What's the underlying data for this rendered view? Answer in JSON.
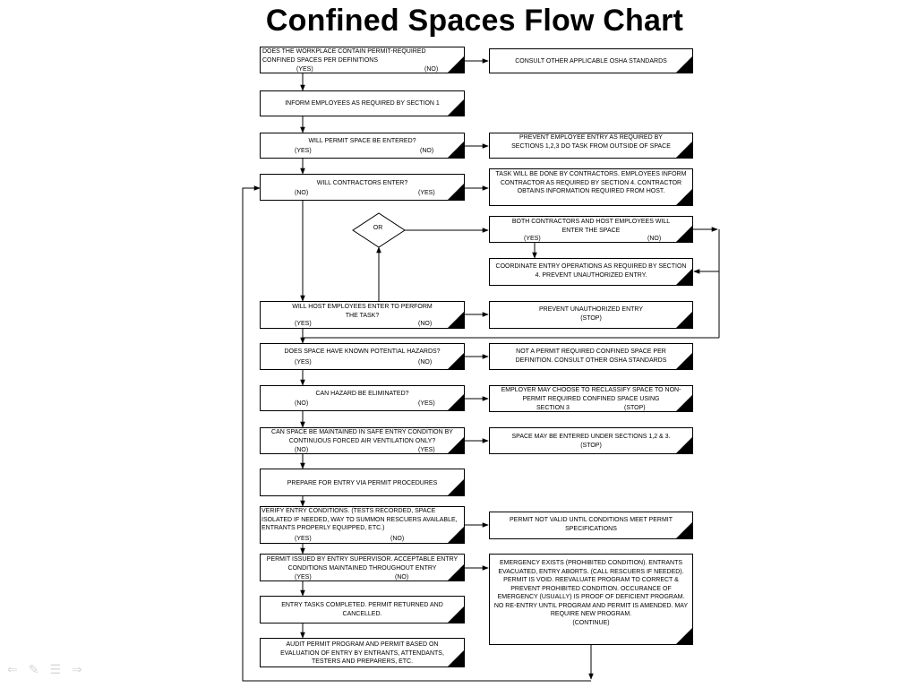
{
  "title": "Confined Spaces Flow Chart",
  "boxes": {
    "b1": {
      "text": "DOES THE WORKPLACE CONTAIN PERMIT-REQUIRED CONFINED SPACES PER DEFINITIONS",
      "yes": "(YES)",
      "no": "(NO)"
    },
    "b1r": {
      "text": "CONSULT OTHER APPLICABLE OSHA STANDARDS"
    },
    "b2": {
      "text": "INFORM EMPLOYEES AS REQUIRED BY SECTION 1"
    },
    "b3": {
      "text": "WILL PERMIT SPACE BE ENTERED?",
      "yes": "(YES)",
      "no": "(NO)"
    },
    "b3r": {
      "text": "PREVENT EMPLOYEE ENTRY AS REQUIRED BY SECTIONS 1,2,3 DO TASK FROM OUTSIDE OF SPACE"
    },
    "b4": {
      "text": "WILL CONTRACTORS ENTER?",
      "no": "(NO)",
      "yes": "(YES)"
    },
    "b4r": {
      "text": "TASK WILL BE DONE BY CONTRACTORS. EMPLOYEES INFORM CONTRACTOR AS REQUIRED BY SECTION 4. CONTRACTOR OBTAINS INFORMATION REQUIRED FROM HOST."
    },
    "or": {
      "text": "OR"
    },
    "b5r": {
      "text": "BOTH CONTRACTORS AND HOST EMPLOYEES WILL ENTER THE SPACE",
      "yes": "(YES)",
      "no": "(NO)"
    },
    "b6r": {
      "text": "COORDINATE ENTRY OPERATIONS AS REQUIRED BY SECTION 4. PREVENT UNAUTHORIZED ENTRY."
    },
    "b7": {
      "text": "WILL HOST EMPLOYEES ENTER TO PERFORM THE TASK?",
      "yes": "(YES)",
      "no": "(NO)"
    },
    "b7r": {
      "text": "PREVENT UNAUTHORIZED ENTRY",
      "stop": "(STOP)"
    },
    "b8": {
      "text": "DOES SPACE HAVE KNOWN POTENTIAL HAZARDS?",
      "yes": "(YES)",
      "no": "(NO)"
    },
    "b8r": {
      "text": "NOT A PERMIT REQUIRED CONFINED SPACE PER DEFINITION. CONSULT OTHER OSHA STANDARDS"
    },
    "b9": {
      "text": "CAN HAZARD BE ELIMINATED?",
      "no": "(NO)",
      "yes": "(YES)"
    },
    "b9r": {
      "text": "EMPLOYER MAY CHOOSE TO RECLASSIFY SPACE TO NON-PERMIT REQUIRED CONFINED SPACE USING",
      "tail": "SECTION 3",
      "stop": "(STOP)"
    },
    "b10": {
      "text": "CAN SPACE BE MAINTAINED IN SAFE ENTRY CONDITION BY CONTINUOUS FORCED AIR VENTILATION ONLY?",
      "no": "(NO)",
      "yes": "(YES)"
    },
    "b10r": {
      "text": "SPACE MAY BE ENTERED UNDER SECTIONS 1,2 & 3.",
      "stop": "(STOP)"
    },
    "b11": {
      "text": "PREPARE FOR ENTRY VIA PERMIT PROCEDURES"
    },
    "b12": {
      "text": "VERIFY ENTRY CONDITIONS. (TESTS RECORDED, SPACE ISOLATED IF NEEDED, WAY TO SUMMON RESCUERS AVAILABLE, ENTRANTS PROPERLY EQUIPPED, ETC.)",
      "yes": "(YES)",
      "no": "(NO)"
    },
    "b12r": {
      "text": "PERMIT NOT VALID UNTIL CONDITIONS MEET PERMIT SPECIFICATIONS"
    },
    "b13": {
      "text": "PERMIT ISSUED BY ENTRY SUPERVISOR. ACCEPTABLE ENTRY CONDITIONS MAINTAINED THROUGHOUT ENTRY",
      "yes": "(YES)",
      "no": "(NO)"
    },
    "b13r": {
      "text": "EMERGENCY EXISTS (PROHIBITED CONDITION). ENTRANTS EVACUATED, ENTRY ABORTS. (CALL RESCUERS IF NEEDED). PERMIT IS VOID. REEVALUATE PROGRAM TO CORRECT & PREVENT PROHIBITED CONDITION. OCCURANCE OF EMERGENCY (USUALLY) IS PROOF OF DEFICIENT PROGRAM. NO RE-ENTRY UNTIL PROGRAM AND PERMIT IS AMENDED. MAY REQUIRE NEW PROGRAM.",
      "cont": "(CONTINUE)"
    },
    "b14": {
      "text": "ENTRY TASKS COMPLETED. PERMIT RETURNED AND CANCELLED."
    },
    "b15": {
      "text": "AUDIT PERMIT PROGRAM AND PERMIT BASED ON EVALUATION OF ENTRY BY ENTRANTS, ATTENDANTS, TESTERS AND PREPARERS, ETC."
    }
  },
  "colors": {
    "line": "#000000",
    "nav": "#d8d8d8"
  },
  "nav_icons": [
    "back-arrow-icon",
    "pen-icon",
    "menu-icon",
    "forward-arrow-icon"
  ]
}
